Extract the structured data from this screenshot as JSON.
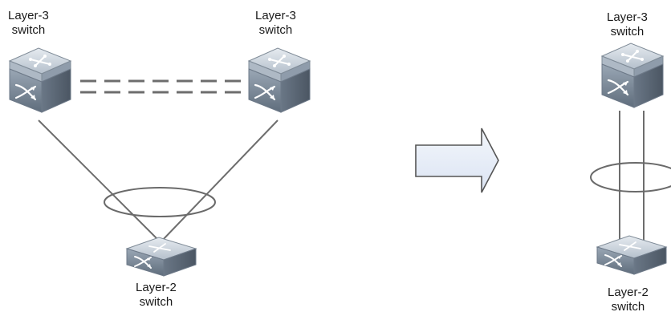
{
  "labels": {
    "l3_left": {
      "line1": "Layer-3",
      "line2": "switch"
    },
    "l3_mid": {
      "line1": "Layer-3",
      "line2": "switch"
    },
    "l3_right": {
      "line1": "Layer-3",
      "line2": "switch"
    },
    "l2_left": {
      "line1": "Layer-2",
      "line2": "switch"
    },
    "l2_right": {
      "line1": "Layer-2",
      "line2": "switch"
    }
  },
  "colors": {
    "link": "#6d6d6d",
    "ring": "#6a6a6a",
    "dashed": "#6d6d6d",
    "arrow_fill": "#e4ebf7",
    "arrow_stroke": "#555555",
    "device_top": "#c9d2dc",
    "device_side": "#6f7d8c",
    "device_front": "#8996a4"
  },
  "icons": [
    "layer3-switch-icon",
    "layer2-switch-icon",
    "transform-arrow-icon"
  ]
}
